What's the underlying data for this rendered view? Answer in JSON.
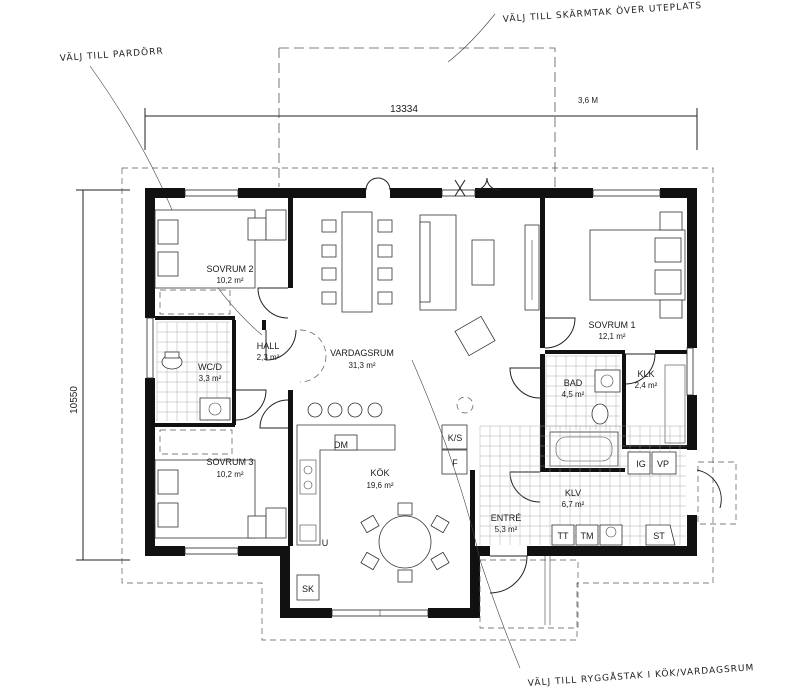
{
  "notes": {
    "awning": "VÄLJ TILL SKÄRMTAK ÖVER UTEPLATS",
    "awning_depth": "3,6 M",
    "patio_door": "VÄLJ TILL PARDÖRR",
    "ridge_roof": "VÄLJ TILL RYGGÅSTAK I KÖK/VARDAGSRUM"
  },
  "dimensions": {
    "width": "13334",
    "depth": "10550"
  },
  "rooms": {
    "sovrum2": {
      "name": "SOVRUM 2",
      "area": "10,2 m²"
    },
    "hall": {
      "name": "HALL",
      "area": "2,3 m²"
    },
    "wc": {
      "name": "WC/D",
      "area": "3,3 m²"
    },
    "sovrum3": {
      "name": "SOVRUM 3",
      "area": "10,2 m²"
    },
    "vardagsrum": {
      "name": "VARDAGSRUM",
      "area": "31,3 m²"
    },
    "kok": {
      "name": "KÖK",
      "area": "19,6 m²"
    },
    "sovrum1": {
      "name": "SOVRUM 1",
      "area": "12,1 m²"
    },
    "bad": {
      "name": "BAD",
      "area": "4,5 m²"
    },
    "klk": {
      "name": "KLK",
      "area": "2,4 m²"
    },
    "klv": {
      "name": "KLV",
      "area": "6,7 m²"
    },
    "entre": {
      "name": "ENTRÉ",
      "area": "5,3 m²"
    }
  },
  "fixtures": {
    "ks": "K/S",
    "f": "F",
    "dm": "DM",
    "u": "U",
    "sk": "SK",
    "ig": "IG",
    "vp": "VP",
    "tt": "TT",
    "tm": "TM",
    "st": "ST"
  }
}
